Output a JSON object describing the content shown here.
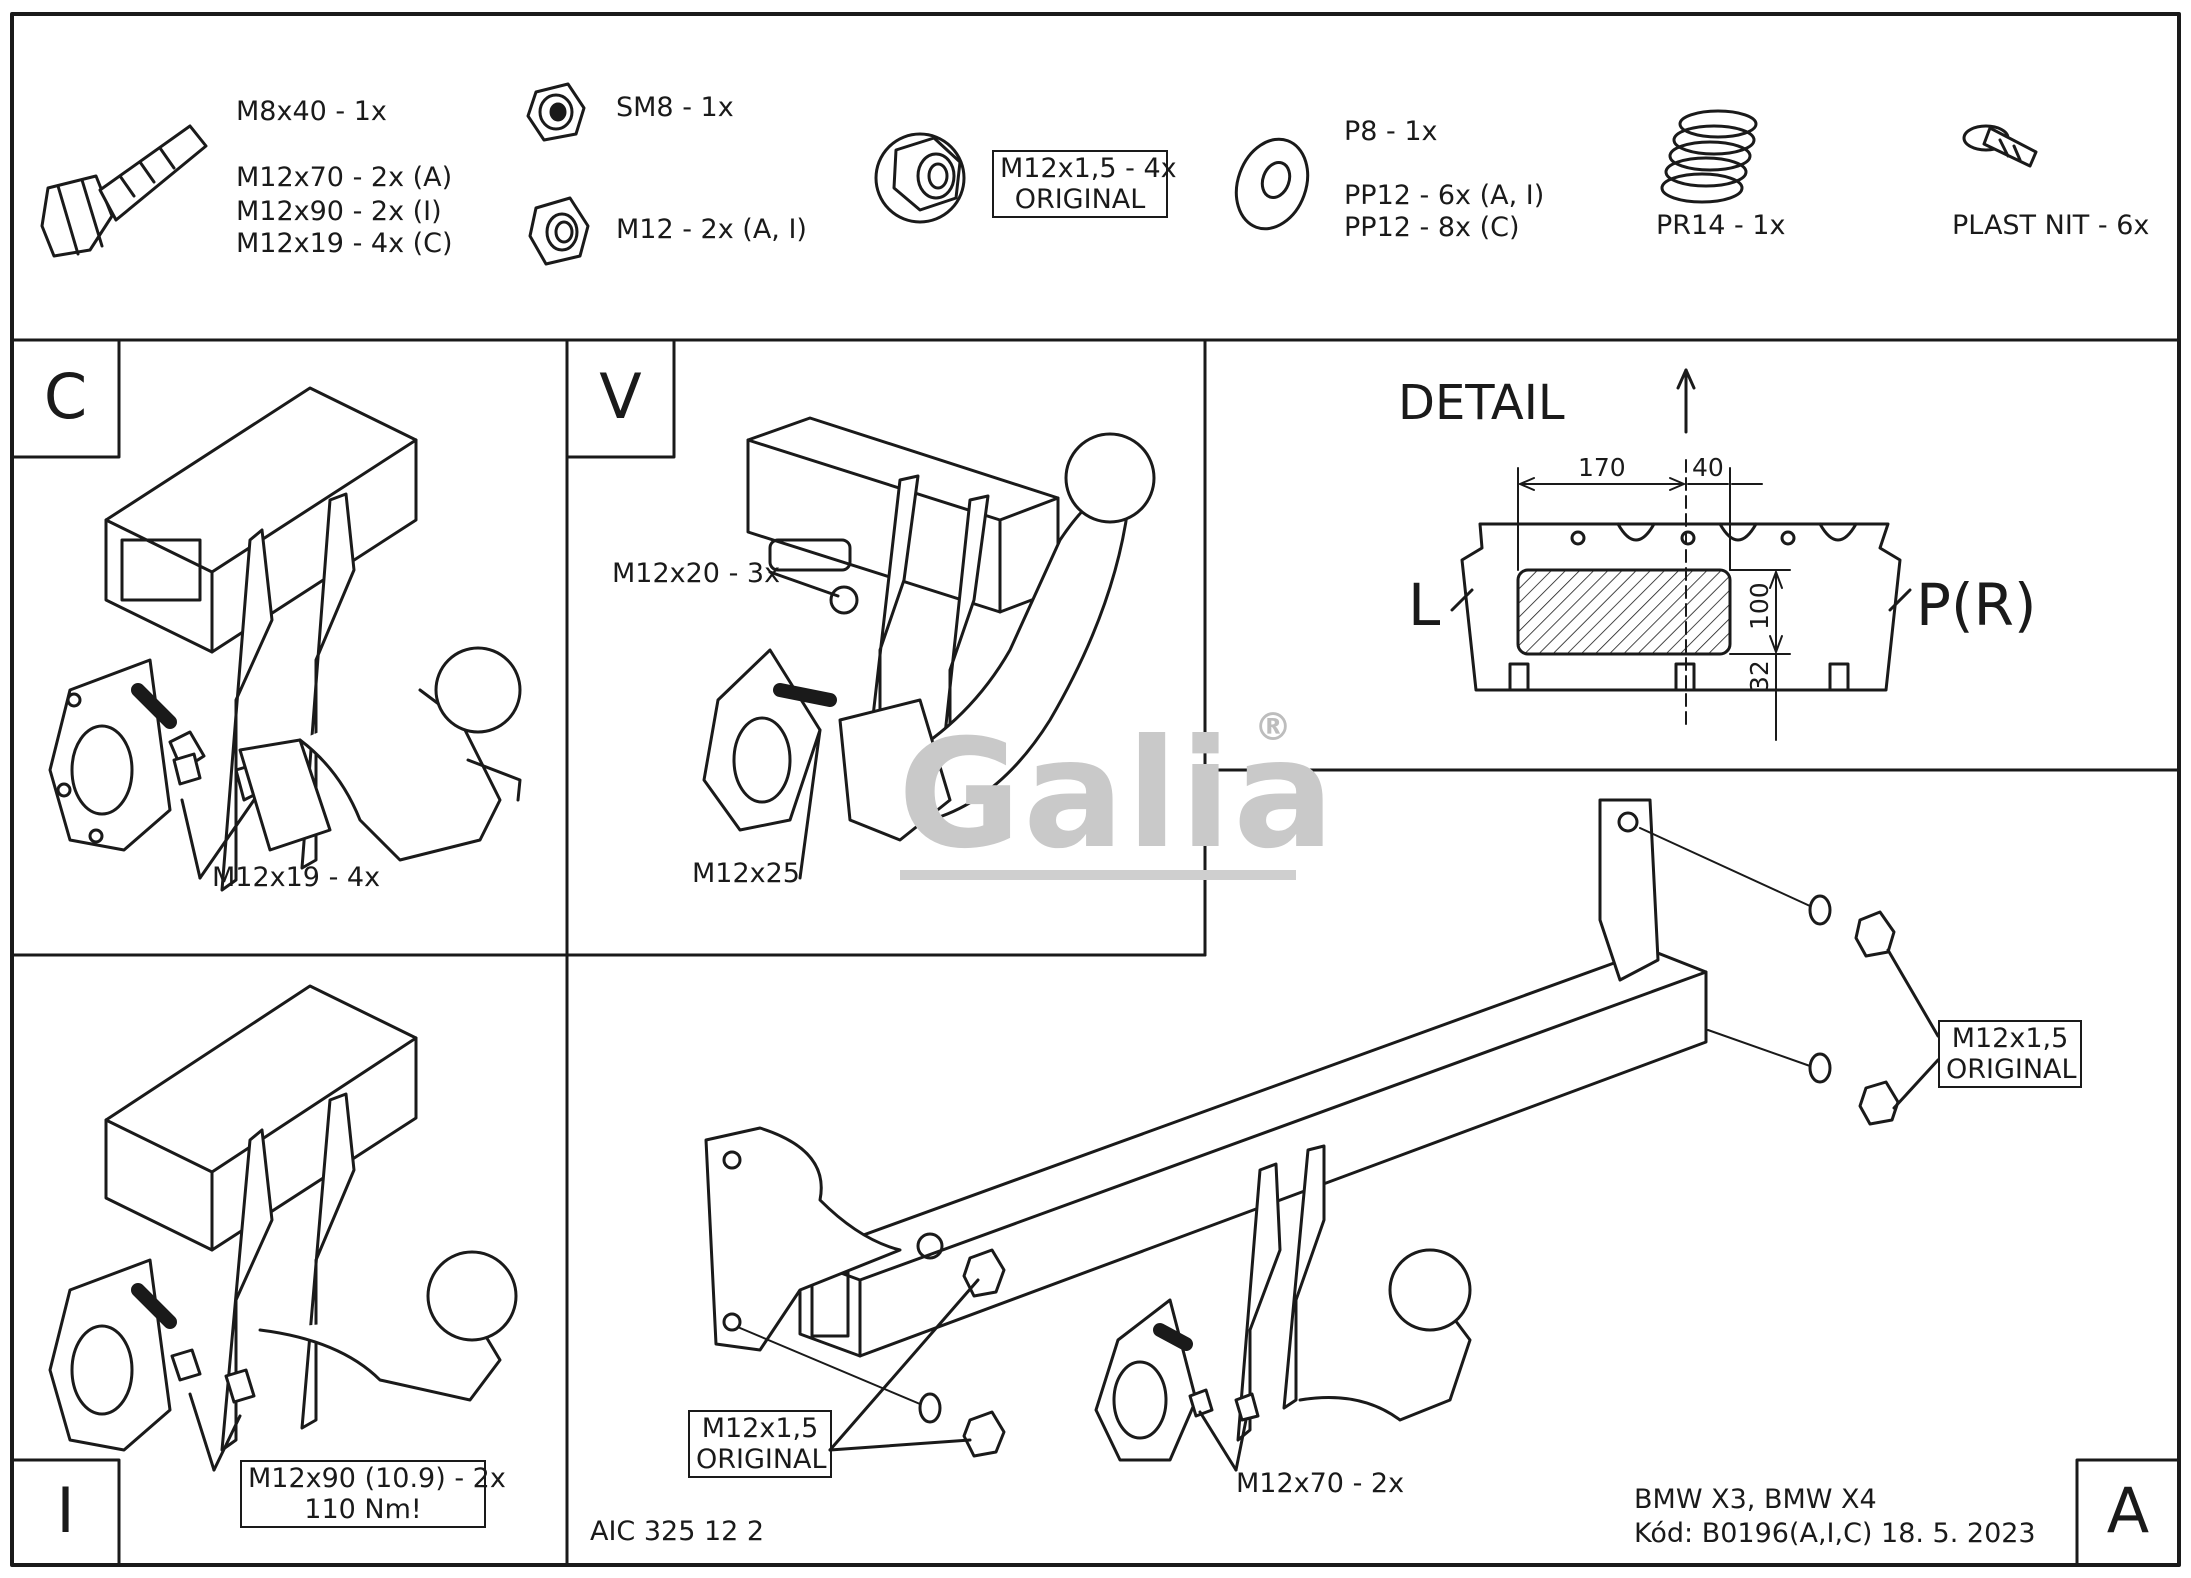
{
  "parts": {
    "bolt": {
      "line1": "M8x40 - 1x",
      "line2": "M12x70 - 2x (A)",
      "line3": "M12x90 - 2x (I)",
      "line4": "M12x19 - 4x (C)"
    },
    "sm8": "SM8 - 1x",
    "m12": "M12 - 2x (A, I)",
    "flange_nut": {
      "line1": "M12x1,5 - 4x",
      "line2": "ORIGINAL"
    },
    "washer": {
      "line1": "P8 - 1x",
      "line2": "PP12 - 6x (A, I)",
      "line3": "PP12 - 8x (C)"
    },
    "spring": "PR14 - 1x",
    "plastic_rivet": "PLAST NIT - 6x"
  },
  "panels": {
    "c": {
      "letter": "C",
      "label": "M12x19 - 4x"
    },
    "v": {
      "letter": "V",
      "label_top": "M12x20 - 3x",
      "label_bottom": "M12x25"
    },
    "i": {
      "letter": "I",
      "box_line1": "M12x90 (10.9) - 2x",
      "box_line2": "110 Nm!"
    },
    "a": {
      "letter": "A",
      "box_left_line1": "M12x1,5",
      "box_left_line2": "ORIGINAL",
      "box_right_line1": "M12x1,5",
      "box_right_line2": "ORIGINAL",
      "bolt_label": "M12x70 - 2x"
    }
  },
  "detail": {
    "title": "DETAIL",
    "dim_170": "170",
    "dim_40": "40",
    "dim_100": "100",
    "dim_32": "32",
    "left": "L",
    "right": "P(R)"
  },
  "footer": {
    "code": "AIC 325 12 2",
    "vehicle": "BMW X3, BMW X4",
    "kod": "Kód: B0196(A,I,C)  18. 5. 2023"
  },
  "watermark": {
    "brand": "Galia",
    "reg": "®"
  }
}
